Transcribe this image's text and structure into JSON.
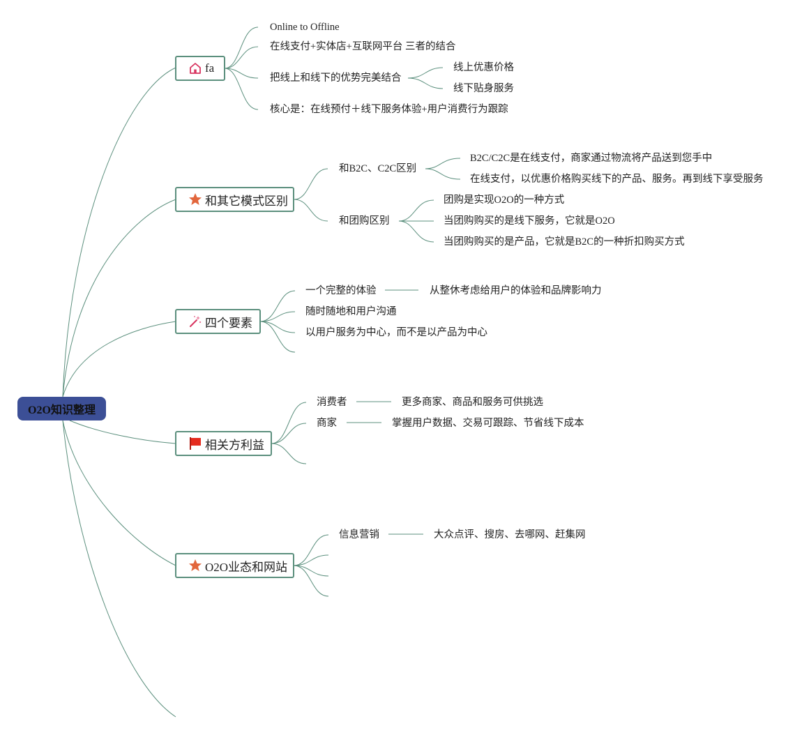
{
  "root": {
    "label": "O2O知识整理"
  },
  "branches": {
    "b1": {
      "title": "fa",
      "icon": "home-icon",
      "items": [
        "Online to Offline",
        "在线支付+实体店+互联网平台 三者的结合",
        "把线上和线下的优势完美结合",
        "核心是：在线预付＋线下服务体验+用户消费行为跟踪"
      ],
      "sub": [
        "线上优惠价格",
        "线下贴身服务"
      ]
    },
    "b2": {
      "title": "和其它模式区别",
      "icon": "star-icon",
      "items": [
        "和B2C、C2C区别",
        "和团购区别"
      ],
      "sub1": [
        "B2C/C2C是在线支付，商家通过物流将产品送到您手中",
        "在线支付，以优惠价格购买线下的产品、服务。再到线下享受服务"
      ],
      "sub2": [
        "团购是实现O2O的一种方式",
        "当团购购买的是线下服务，它就是O2O",
        "当团购购买的是产品，它就是B2C的一种折扣购买方式"
      ]
    },
    "b3": {
      "title": "四个要素",
      "icon": "magic-wand-icon",
      "items": [
        "一个完整的体验",
        "随时随地和用户沟通",
        "以用户服务为中心，而不是以产品为中心"
      ],
      "detail": "从整休考虑给用户的体验和品牌影响力"
    },
    "b4": {
      "title": "相关方利益",
      "icon": "red-flag-icon",
      "items": [
        "消费者",
        "商家"
      ],
      "details": [
        "更多商家、商品和服务可供挑选",
        "掌握用户数据、交易可跟踪、节省线下成本"
      ]
    },
    "b5": {
      "title": "O2O业态和网站",
      "icon": "star-icon",
      "items": [
        "信息营销"
      ],
      "detail": "大众点评、搜房、去哪网、赶集网"
    }
  },
  "colors": {
    "root_fill": "#3c4f96",
    "topic_border": "#5b8f7d",
    "connector": "#5b8f7d",
    "star": "#e2663c",
    "flag": "#e52b1e",
    "home": "#d8345f"
  }
}
